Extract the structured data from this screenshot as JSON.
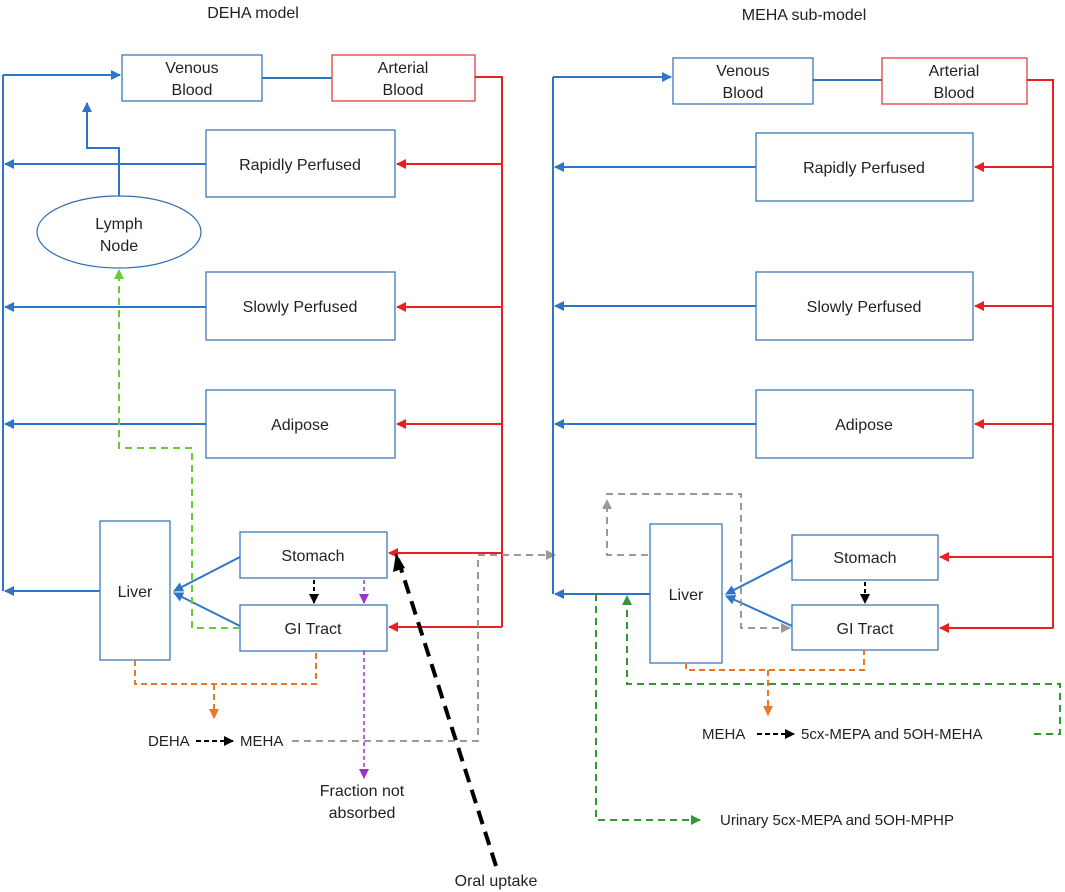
{
  "colors": {
    "venous": "#2e75c6",
    "arterial": "#e82020",
    "box_border_blue": "#2e6db5",
    "box_border_red": "#e03030",
    "lymph_dash": "#66cc33",
    "absorb_dash": "#9933cc",
    "metab_dash": "#ee7722",
    "transfer_dash": "#999999",
    "urine_dash": "#339933",
    "oral_dash": "#000000"
  },
  "deha": {
    "title": "DEHA model",
    "venous_line1": "Venous",
    "venous_line2": "Blood",
    "arterial_line1": "Arterial",
    "arterial_line2": "Blood",
    "rapid": "Rapidly Perfused",
    "slow": "Slowly Perfused",
    "adipose": "Adipose",
    "lymph_line1": "Lymph",
    "lymph_line2": "Node",
    "liver": "Liver",
    "stomach": "Stomach",
    "gi": "GI Tract",
    "metab_from": "DEHA",
    "metab_to": "MEHA",
    "fraction_line1": "Fraction not",
    "fraction_line2": "absorbed",
    "oral": "Oral uptake"
  },
  "meha": {
    "title": "MEHA  sub-model",
    "venous_line1": "Venous",
    "venous_line2": "Blood",
    "arterial_line1": "Arterial",
    "arterial_line2": "Blood",
    "rapid": "Rapidly Perfused",
    "slow": "Slowly Perfused",
    "adipose": "Adipose",
    "liver": "Liver",
    "stomach": "Stomach",
    "gi": "GI Tract",
    "metab_from": "MEHA",
    "metab_to": "5cx-MEPA and 5OH-MEHA",
    "urinary": "Urinary 5cx-MEPA and 5OH-MPHP"
  }
}
